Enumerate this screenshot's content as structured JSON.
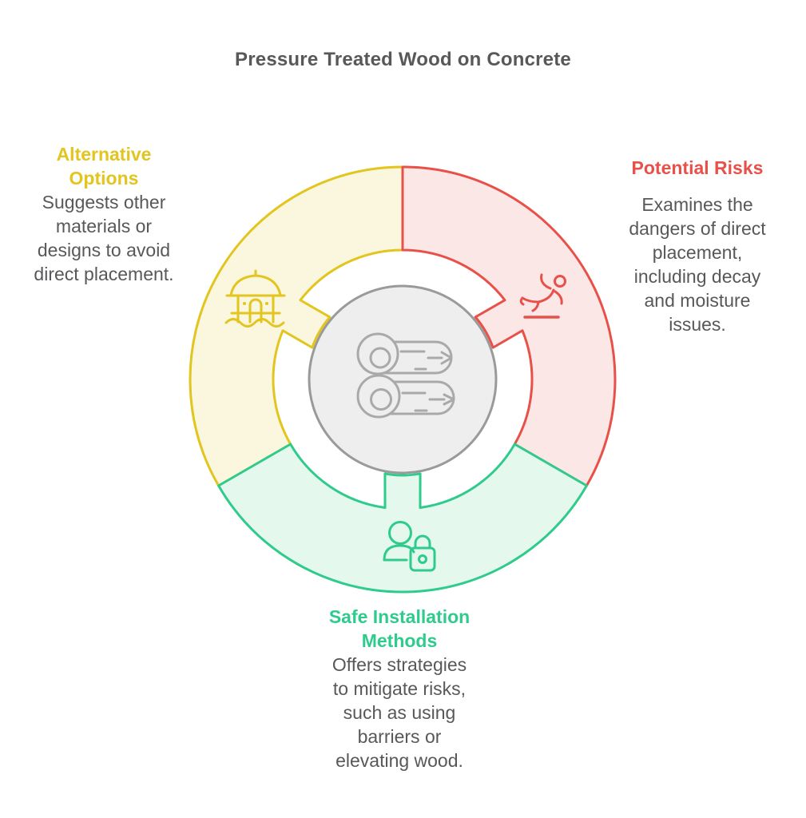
{
  "title": "Pressure Treated Wood on Concrete",
  "colors": {
    "title_text": "#58585A",
    "body_text": "#58585B",
    "yellow_stroke": "#E2C51E",
    "yellow_fill": "#FBF7DE",
    "red_stroke": "#E85149",
    "red_fill": "#FBE7E5",
    "green_stroke": "#2FCB8C",
    "green_fill": "#E4F8ED",
    "center_circle_fill": "#EEEEEE",
    "center_circle_stroke": "#9A9A9A",
    "center_icon_stroke": "#A9A9A9"
  },
  "center": {
    "icon": "wood-logs-icon"
  },
  "segments": [
    {
      "id": "alternative-options",
      "icon": "stilt-house-icon",
      "heading_lines": [
        "Alternative",
        "Options"
      ],
      "body_lines": [
        "Suggests other",
        "materials or",
        "designs to avoid",
        "direct placement."
      ]
    },
    {
      "id": "potential-risks",
      "icon": "person-slipping-icon",
      "heading_lines": [
        "Potential Risks"
      ],
      "body_lines": [
        "Examines the",
        "dangers of direct",
        "placement,",
        "including decay",
        "and moisture",
        "issues."
      ]
    },
    {
      "id": "safe-installation-methods",
      "icon": "user-lock-icon",
      "heading_lines": [
        "Safe Installation",
        "Methods"
      ],
      "body_lines": [
        "Offers strategies",
        "to mitigate risks,",
        "such as using",
        "barriers or",
        "elevating wood."
      ]
    }
  ]
}
